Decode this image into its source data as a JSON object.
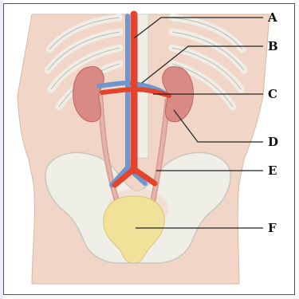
{
  "labels": {
    "a": "A",
    "b": "B",
    "c": "C",
    "d": "D",
    "e": "E",
    "f": "F"
  },
  "colors": {
    "skin": "#f1d6c7",
    "bone": "#efefe8",
    "bone_outline": "#c9c7bd",
    "kidney": "#d98a84",
    "artery": "#e2452b",
    "vein": "#6f97cf",
    "ureter": "#e6b3aa",
    "bladder": "#f1e29a"
  }
}
